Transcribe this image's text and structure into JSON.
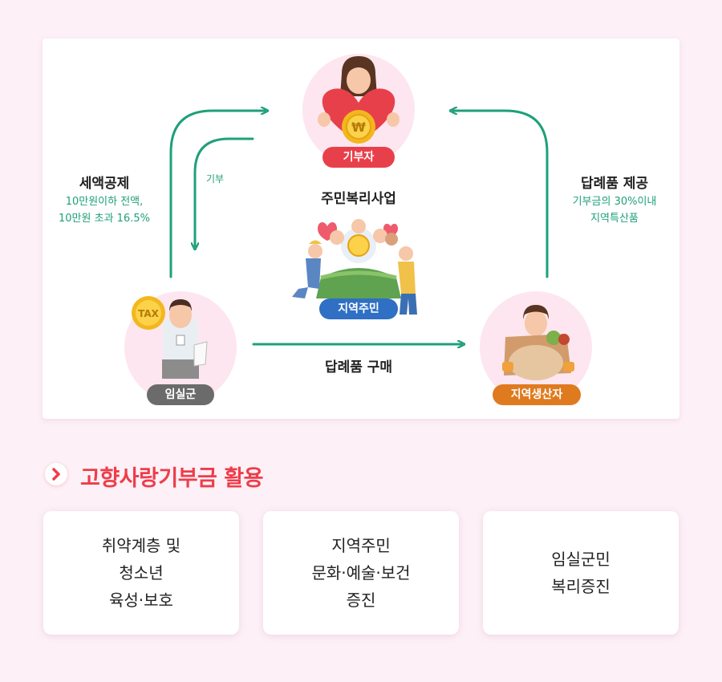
{
  "diagram": {
    "donor_label": "기부자",
    "gov_label": "임실군",
    "producer_label": "지역생산자",
    "residents_label": "지역주민",
    "welfare_title": "주민복리사업",
    "tax_title": "세액공제",
    "tax_line1": "10만원이하 전액,",
    "tax_line2": "10만원 초과 16.5%",
    "donate_small": "기부",
    "gift_title": "답례품 제공",
    "gift_line1": "기부금의 30%이내",
    "gift_line2": "지역특산품",
    "purchase_label": "답례품 구매",
    "tax_badge": "TAX",
    "coin_symbol": "₩"
  },
  "section": {
    "title": "고향사랑기부금 활용",
    "icon": "chevron-right-icon"
  },
  "uses": [
    {
      "line1": "취약계층 및",
      "line2": "청소년",
      "line3": "육성·보호"
    },
    {
      "line1": "지역주민",
      "line2": "문화·예술·보건",
      "line3": "증진"
    },
    {
      "line1": "임실군민",
      "line2": "복리증진"
    }
  ],
  "colors": {
    "green": "#1fa07a",
    "red": "#ee3d4a",
    "orange": "#e07a1f",
    "gray": "#6b6b6b",
    "blue": "#2f6fc4"
  }
}
